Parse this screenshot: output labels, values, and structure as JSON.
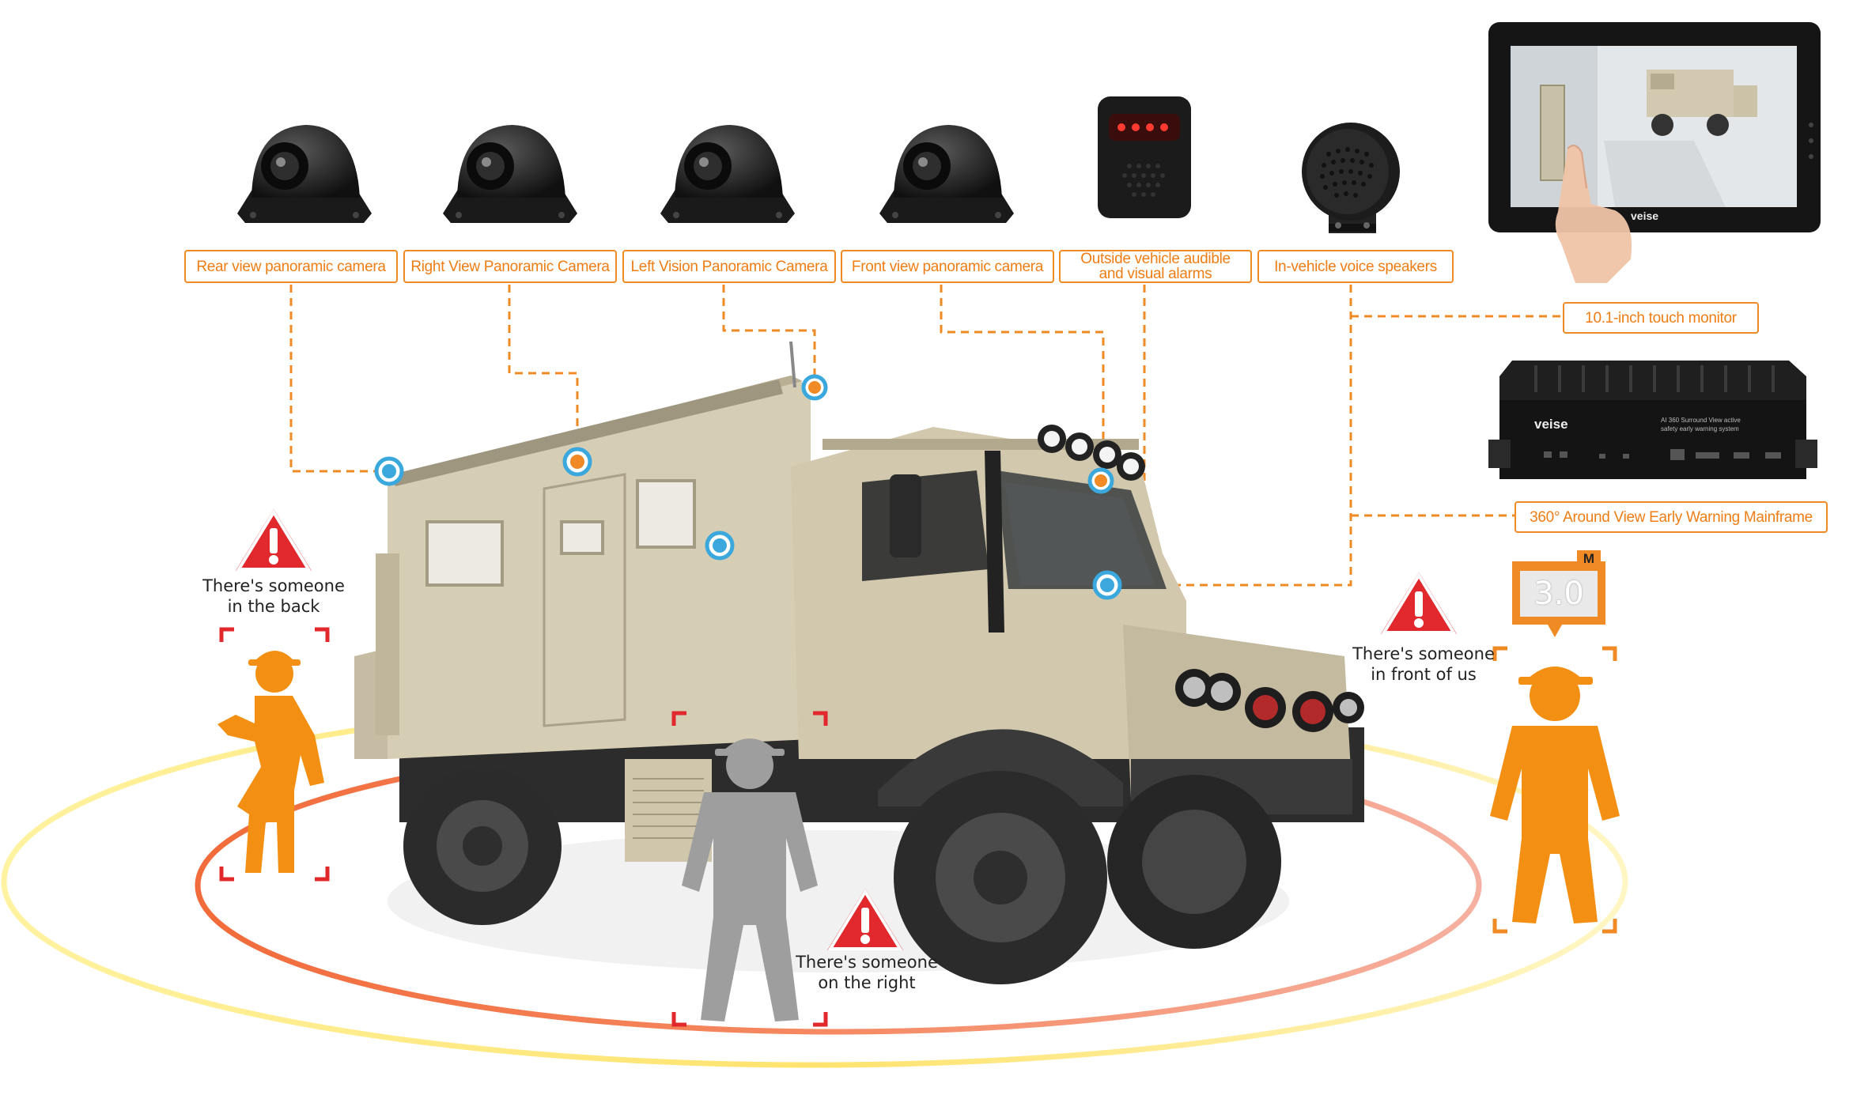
{
  "components": {
    "rear_camera": "Rear view panoramic camera",
    "right_camera": "Right View Panoramic Camera",
    "left_camera": "Left Vision Panoramic Camera",
    "front_camera": "Front view panoramic camera",
    "alarm_line1": "Outside vehicle audible",
    "alarm_line2": "and visual alarms",
    "speakers": "In-vehicle voice speakers",
    "monitor": "10.1-inch touch monitor",
    "mainframe": "360° Around View Early Warning Mainframe"
  },
  "brand": "veise",
  "mainframe_caption_1": "AI 360 Surround View active",
  "mainframe_caption_2": "safety early warning system",
  "warnings": {
    "back_1": "There's someone",
    "back_2": "in the back",
    "right_1": "There's someone",
    "right_2": "on the right",
    "front_1": "There's someone",
    "front_2": "in front of us"
  },
  "distance": {
    "value": "3.0",
    "unit": "M"
  },
  "colors": {
    "accent": "#f08a24",
    "warning": "#e0282d",
    "marker_blue": "#3aa7dd",
    "person_orange": "#f39014",
    "person_gray": "#9e9e9e",
    "truck": "#cfc6ae"
  }
}
